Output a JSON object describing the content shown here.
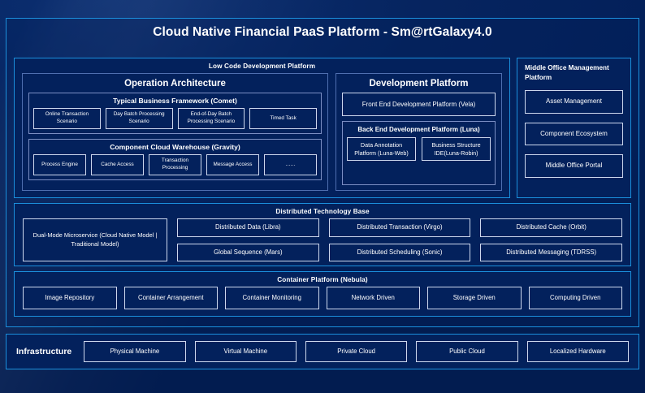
{
  "header": {
    "title": "Cloud Native Financial PaaS Platform - Sm@rtGalaxy4.0"
  },
  "colors": {
    "page_background": "#03205a",
    "frame_border": "#1b8fdc",
    "panel_background": "#03215c",
    "group_border": "#7b8fc4",
    "box_border": "#cdd8ee",
    "text": "#ffffff"
  },
  "low_code": {
    "title": "Low Code Development Platform",
    "operation_architecture": {
      "title": "Operation Architecture",
      "groups": [
        {
          "title": "Typical Business Framework (Comet)",
          "items": [
            "Online Transaction Scenario",
            "Day Batch Processing Scenario",
            "End-of-Day Batch Processing Scenario",
            "Timed Task"
          ]
        },
        {
          "title": "Component Cloud Warehouse (Gravity)",
          "items": [
            "Process Engine",
            "Cache Access",
            "Transaction Processing",
            "Message Access",
            "……"
          ]
        }
      ]
    },
    "development_platform": {
      "title": "Development Platform",
      "front_end": "Front End Development Platform (Vela)",
      "back_end": {
        "title": "Back End Development Platform (Luna)",
        "items": [
          "Data Annotation Platform (Luna-Web)",
          "Business Structure IDE(Luna-Robin)"
        ]
      }
    }
  },
  "middle_office": {
    "title": "Middle Office Management Platform",
    "items": [
      "Asset Management",
      "Component Ecosystem",
      "Middle Office Portal"
    ]
  },
  "distributed_technology_base": {
    "title": "Distributed Technology Base",
    "highlight": "Dual-Mode Microservice (Cloud Native Model | Traditional Model)",
    "columns": [
      {
        "top": "Distributed Data (Libra)",
        "bottom": "Global Sequence (Mars)"
      },
      {
        "top": "Distributed Transaction (Virgo)",
        "bottom": "Distributed Scheduling (Sonic)"
      },
      {
        "top": "Distributed Cache (Orbit)",
        "bottom": "Distributed Messaging (TDRSS)"
      }
    ]
  },
  "container_platform": {
    "title": "Container Platform (Nebula)",
    "items": [
      "Image Repository",
      "Container Arrangement",
      "Container Monitoring",
      "Network Driven",
      "Storage Driven",
      "Computing Driven"
    ]
  },
  "infrastructure": {
    "label": "Infrastructure",
    "items": [
      "Physical Machine",
      "Virtual Machine",
      "Private Cloud",
      "Public Cloud",
      "Localized Hardware"
    ]
  }
}
